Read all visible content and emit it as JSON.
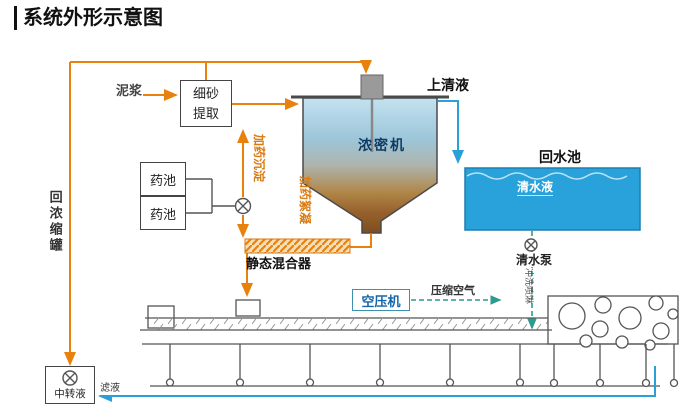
{
  "title": "系统外形示意图",
  "colors": {
    "flow_orange": "#E8820C",
    "flow_blue": "#2B9FD8",
    "flow_teal_dashed": "#2E9B8F",
    "pool_fill": "#29A2DB",
    "machine_line": "#555555"
  },
  "labels": {
    "mud": "泥浆",
    "sand_extraction": "细砂提取",
    "supernatant": "上清液",
    "thickener": "浓密机",
    "return_pool": "回水池",
    "clear_water": "清水液",
    "chem_tank_1": "药池",
    "chem_tank_2": "药池",
    "dosing_sedimentation": "加药沉淀",
    "dosing_flocculation": "加药絮凝",
    "static_mixer": "静态混合器",
    "return_concentrate_tank": "回浓缩罐",
    "clean_water_pump": "清水泵",
    "flush_spray": "冲洗喷淋",
    "air_compressor": "空压机",
    "compressed_air": "压缩空气",
    "transfer_liquid": "中转液",
    "filtrate": "滤液"
  }
}
